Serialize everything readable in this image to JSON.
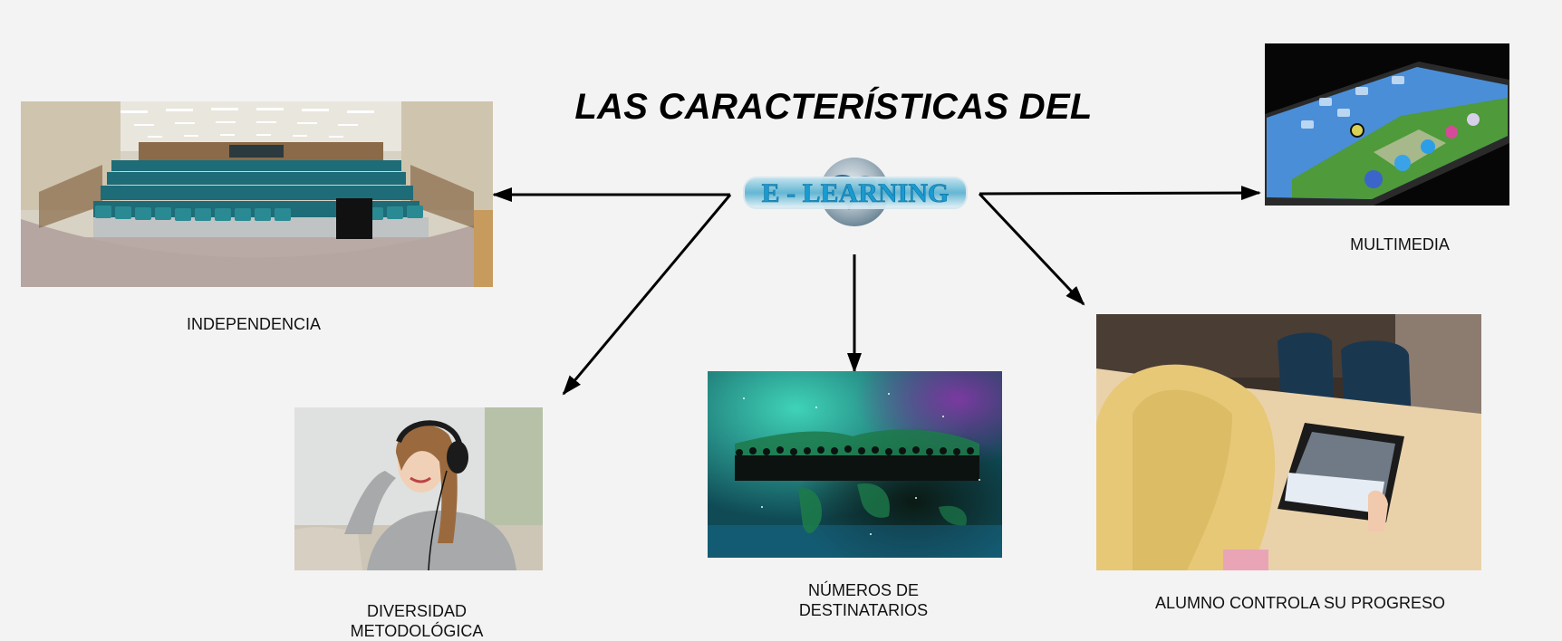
{
  "title": "LAS CARACTERÍSTICAS DEL",
  "logo": {
    "text": "E - LEARNING",
    "icon": "globe-icon",
    "colors": {
      "band": "#4fa9c8",
      "text": "#1a9ad1",
      "globe": "#2f6f93"
    }
  },
  "nodes": [
    {
      "id": "independencia",
      "label": "INDEPENDENCIA",
      "image": "auditorium-photo"
    },
    {
      "id": "diversidad",
      "label_line1": "DIVERSIDAD",
      "label_line2": "METODOLÓGICA",
      "image": "woman-headphones-photo"
    },
    {
      "id": "destinatarios",
      "label_line1": "NÚMEROS DE",
      "label_line2": "DESTINATARIOS",
      "image": "world-crowd-photo"
    },
    {
      "id": "progreso",
      "label": "ALUMNO CONTROLA SU PROGRESO",
      "image": "girl-tablet-photo"
    },
    {
      "id": "multimedia",
      "label": "MULTIMEDIA",
      "image": "tablet-apps-photo"
    }
  ],
  "colors": {
    "background": "#f3f3f3",
    "arrow": "#000000",
    "text": "#111111"
  }
}
